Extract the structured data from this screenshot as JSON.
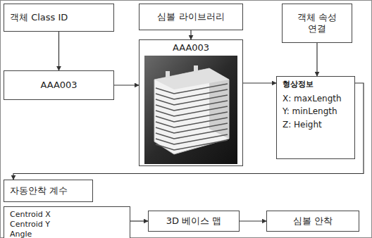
{
  "diagram": {
    "nodes": [
      {
        "text": [
          "객체 Class ID"
        ]
      },
      {
        "text": [
          "심볼 라이브러리"
        ]
      },
      {
        "text": [
          "객체 속성 연결"
        ]
      },
      {
        "text": [
          "AAA003"
        ]
      },
      {
        "text": [
          "AAA003"
        ]
      },
      {
        "text": [
          "형상정보",
          "X: maxLength",
          "Y: minLength",
          "Z: Height"
        ]
      },
      {
        "text": [
          "자동안착 계수"
        ]
      },
      {
        "text": [
          "Centroid X",
          "Centroid Y",
          "Angle"
        ]
      },
      {
        "text": [
          "3D 베이스 맵"
        ]
      },
      {
        "text": [
          "심볼 안착"
        ]
      }
    ],
    "edges": [
      {
        "from": 0,
        "to": 3,
        "arrow": "to"
      },
      {
        "from": 3,
        "to": 4,
        "arrow": "to"
      },
      {
        "from": 1,
        "to": 4,
        "arrow": "to"
      },
      {
        "from": 2,
        "to": 5,
        "arrow": "to"
      },
      {
        "from": 4,
        "to": 5,
        "arrow": "to"
      },
      {
        "from": 5,
        "to": 6,
        "arrow": "to"
      },
      {
        "from": 7,
        "to": 8,
        "arrow": "to"
      },
      {
        "from": 8,
        "to": 9,
        "arrow": "to"
      }
    ]
  }
}
